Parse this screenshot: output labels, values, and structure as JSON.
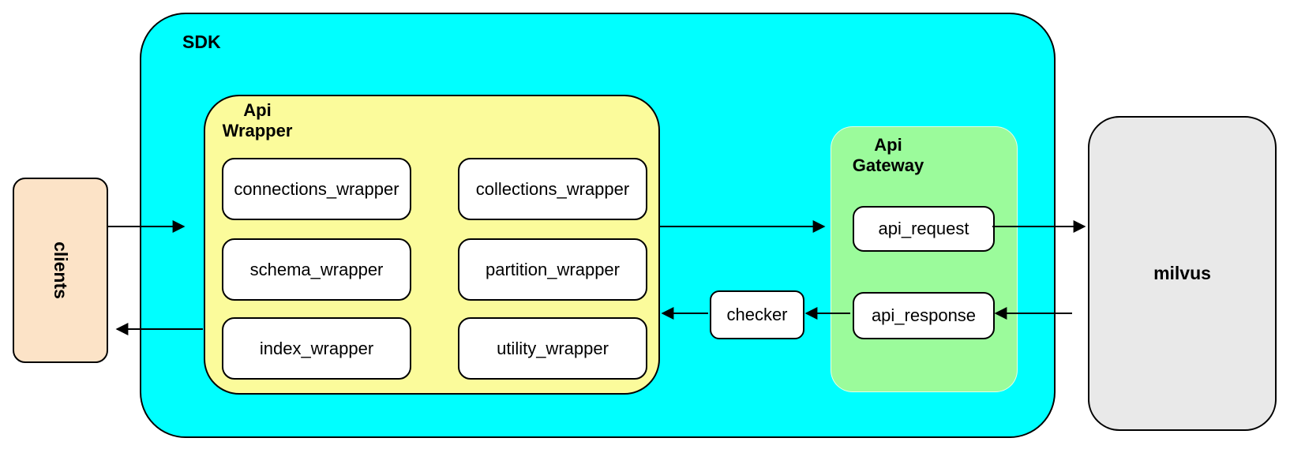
{
  "diagram": {
    "clients": {
      "label": "clients"
    },
    "sdk": {
      "label": "SDK"
    },
    "api_wrapper": {
      "title_line1": "Api",
      "title_line2": "Wrapper",
      "nodes": [
        "connections_wrapper",
        "collections_wrapper",
        "schema_wrapper",
        "partition_wrapper",
        "index_wrapper",
        "utility_wrapper"
      ]
    },
    "checker": {
      "label": "checker"
    },
    "api_gateway": {
      "title_line1": "Api",
      "title_line2": "Gateway",
      "request_label": "api_request",
      "response_label": "api_response"
    },
    "milvus": {
      "label": "milvus"
    },
    "edges": [
      {
        "from": "clients",
        "to": "sdk"
      },
      {
        "from": "api_wrapper",
        "to": "api_gateway"
      },
      {
        "from": "api_request",
        "to": "milvus"
      },
      {
        "from": "milvus",
        "to": "api_response"
      },
      {
        "from": "api_response",
        "to": "checker"
      },
      {
        "from": "checker",
        "to": "api_wrapper"
      },
      {
        "from": "sdk",
        "to": "clients"
      }
    ],
    "colors": {
      "sdk_fill": "#00ffff",
      "api_wrapper_fill": "#fbfb9b",
      "api_gateway_fill": "#9bfb9b",
      "clients_fill": "#fce3c7",
      "milvus_fill": "#e9e9e9",
      "node_fill": "#ffffff",
      "line": "#000000"
    }
  }
}
